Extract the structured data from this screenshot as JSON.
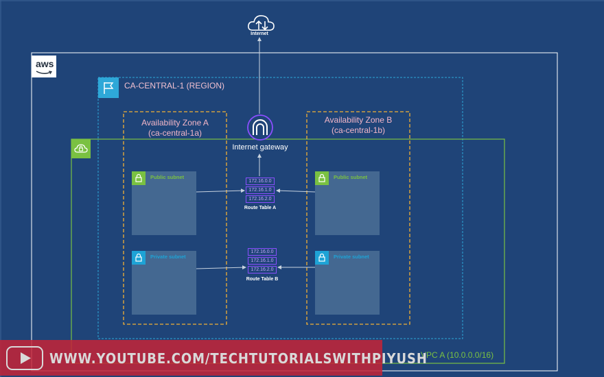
{
  "internet": {
    "label": "Internet"
  },
  "aws": {
    "logo_text": "aws"
  },
  "region": {
    "label": "CA-CENTRAL-1 (REGION)"
  },
  "az_a": {
    "title": "Availability Zone A",
    "subtitle": "(ca-central-1a)"
  },
  "az_b": {
    "title": "Availability Zone B",
    "subtitle": "(ca-central-1b)"
  },
  "igw": {
    "label": "Internet gateway"
  },
  "vpc": {
    "label": "VPC A  (10.0.0.0/16)"
  },
  "subnets": {
    "public_a": "Public subnet",
    "public_b": "Public subnet",
    "private_a": "Private subnet",
    "private_b": "Private subnet"
  },
  "route_table_a": {
    "label": "Route Table A",
    "rows": [
      "172.16.0.0",
      "172.16.1.0",
      "172.16.2.0"
    ]
  },
  "route_table_b": {
    "label": "Route Table B",
    "rows": [
      "172.16.0.0",
      "172.16.1.0",
      "172.16.2.0"
    ]
  },
  "watermark": {
    "text": "WWW.YOUTUBE.COM/TECHTUTORIALSWITHPIYUSH"
  },
  "colors": {
    "background": "#1f4478",
    "vpc_green": "#7ac142",
    "region_cyan": "#2ea8d8",
    "az_orange": "#f2b134",
    "route_purple": "#8c4fff",
    "watermark_red": "#c62336"
  }
}
